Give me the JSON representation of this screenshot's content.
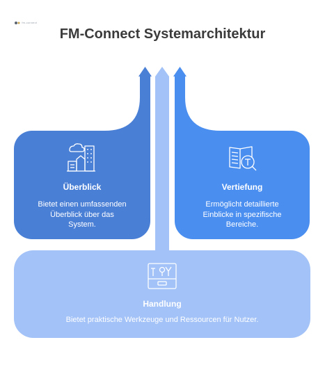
{
  "header": {
    "logo_text": "fm-connect",
    "title": "FM-Connect Systemarchitektur"
  },
  "colors": {
    "left_panel": "#4a7fd6",
    "right_panel": "#4a8ef0",
    "bottom_panel": "#a3c2f7",
    "center_stem": "#9fc0f5",
    "text": "#ffffff",
    "title": "#3b3b3b"
  },
  "blocks": {
    "overview": {
      "icon": "city-buildings-icon",
      "title": "Überblick",
      "description": "Bietet einen umfassenden Überblick über das System."
    },
    "deepdive": {
      "icon": "book-magnifier-icon",
      "title": "Vertiefung",
      "description": "Ermöglicht detaillierte Einblicke in spezifische Bereiche."
    },
    "action": {
      "icon": "toolbox-icon",
      "title": "Handlung",
      "description": "Bietet praktische Werkzeuge und Ressourcen für Nutzer."
    }
  }
}
